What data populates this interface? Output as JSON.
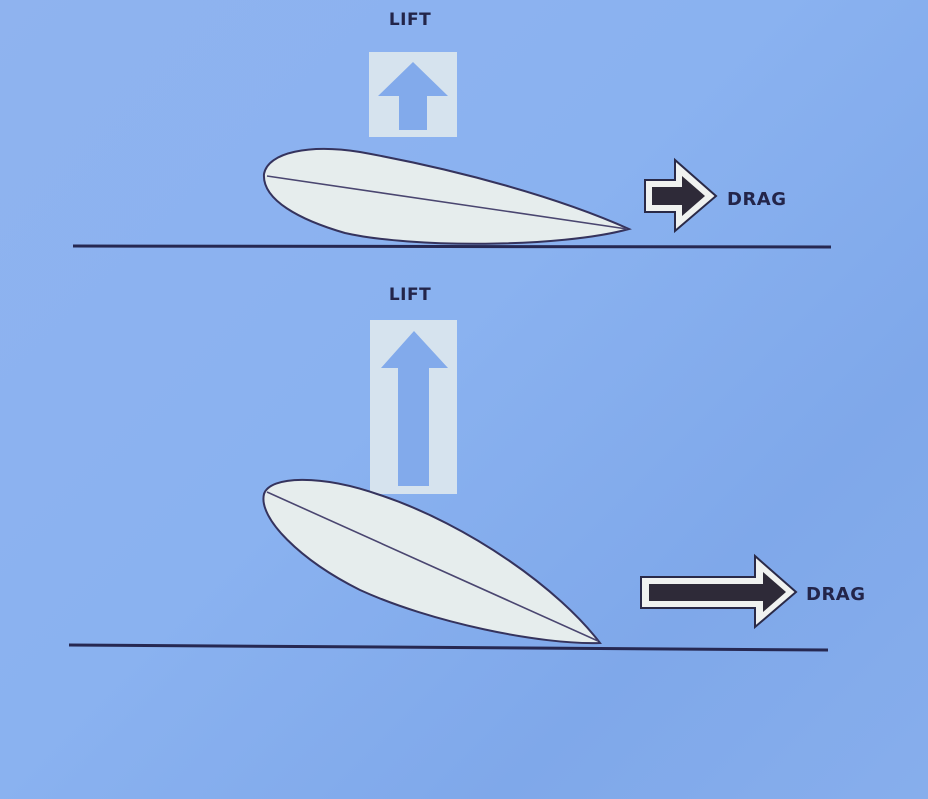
{
  "panels": [
    {
      "id": "low-angle",
      "lift_label": "LIFT",
      "drag_label": "DRAG"
    },
    {
      "id": "high-angle",
      "lift_label": "LIFT",
      "drag_label": "DRAG"
    }
  ],
  "colors": {
    "background": "#8ab2f0",
    "airfoil_fill": "#e6eded",
    "outline": "#35335d",
    "lift_box": "#d6e3ee",
    "drag_arrow": "#2e2a38"
  },
  "icons": {
    "lift": "up-arrow-icon",
    "drag": "right-arrow-icon"
  }
}
